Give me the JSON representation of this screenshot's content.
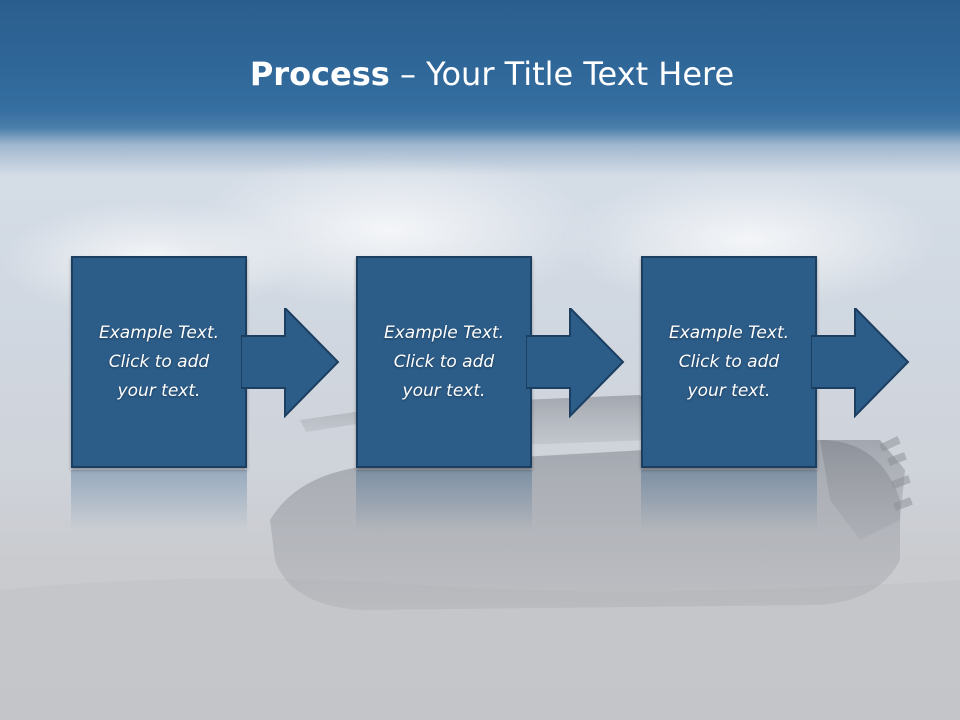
{
  "slide": {
    "title_strong": "Process",
    "title_rest": " – Your Title Text Here"
  },
  "steps": [
    {
      "line1": "Example Text.",
      "line2": "Click  to add",
      "line3": "your text."
    },
    {
      "line1": "Example Text.",
      "line2": "Click  to add",
      "line3": "your text."
    },
    {
      "line1": "Example Text.",
      "line2": "Click  to add",
      "line3": "your text."
    }
  ],
  "colors": {
    "title_band": "#2f6698",
    "box_fill": "#2c5c88",
    "box_border": "#1c3f61",
    "text": "#ffffff"
  },
  "icons": [
    "arrow-right-icon"
  ]
}
